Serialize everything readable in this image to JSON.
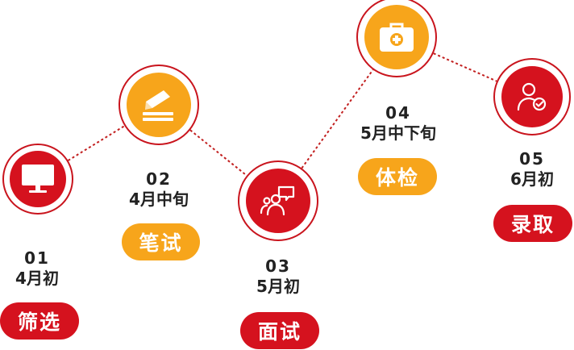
{
  "colors": {
    "red": "#d5121e",
    "yellow": "#f7a51b",
    "ring": "#c9141d",
    "connector": "#c21f1f",
    "text": "#222222"
  },
  "steps": [
    {
      "number": "01",
      "date": "4月初",
      "label": "筛选",
      "theme": "red",
      "icon": "monitor-icon"
    },
    {
      "number": "02",
      "date": "4月中旬",
      "label": "笔试",
      "theme": "yellow",
      "icon": "pen-writing-icon"
    },
    {
      "number": "03",
      "date": "5月初",
      "label": "面试",
      "theme": "red",
      "icon": "group-chat-icon"
    },
    {
      "number": "04",
      "date": "5月中下旬",
      "label": "体检",
      "theme": "yellow",
      "icon": "medical-kit-icon"
    },
    {
      "number": "05",
      "date": "6月初",
      "label": "录取",
      "theme": "red",
      "icon": "user-check-icon"
    }
  ]
}
